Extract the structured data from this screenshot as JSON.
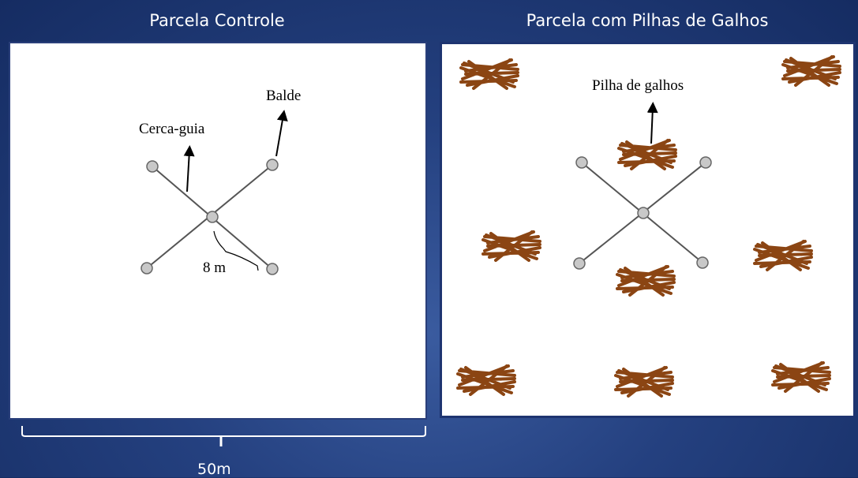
{
  "titles": {
    "left": "Parcela Controle",
    "right": "Parcela com Pilhas de Galhos"
  },
  "control_plot": {
    "labels": {
      "bucket": "Balde",
      "fence": "Cerca-guia",
      "distance": "8 m"
    }
  },
  "branch_plot": {
    "labels": {
      "pile": "Pilha de galhos"
    }
  },
  "scale": {
    "label": "50m"
  },
  "colors": {
    "background": "#24407f",
    "branch": "#8b4513",
    "bucket_fill": "#c8c8c8",
    "line": "#555555"
  }
}
